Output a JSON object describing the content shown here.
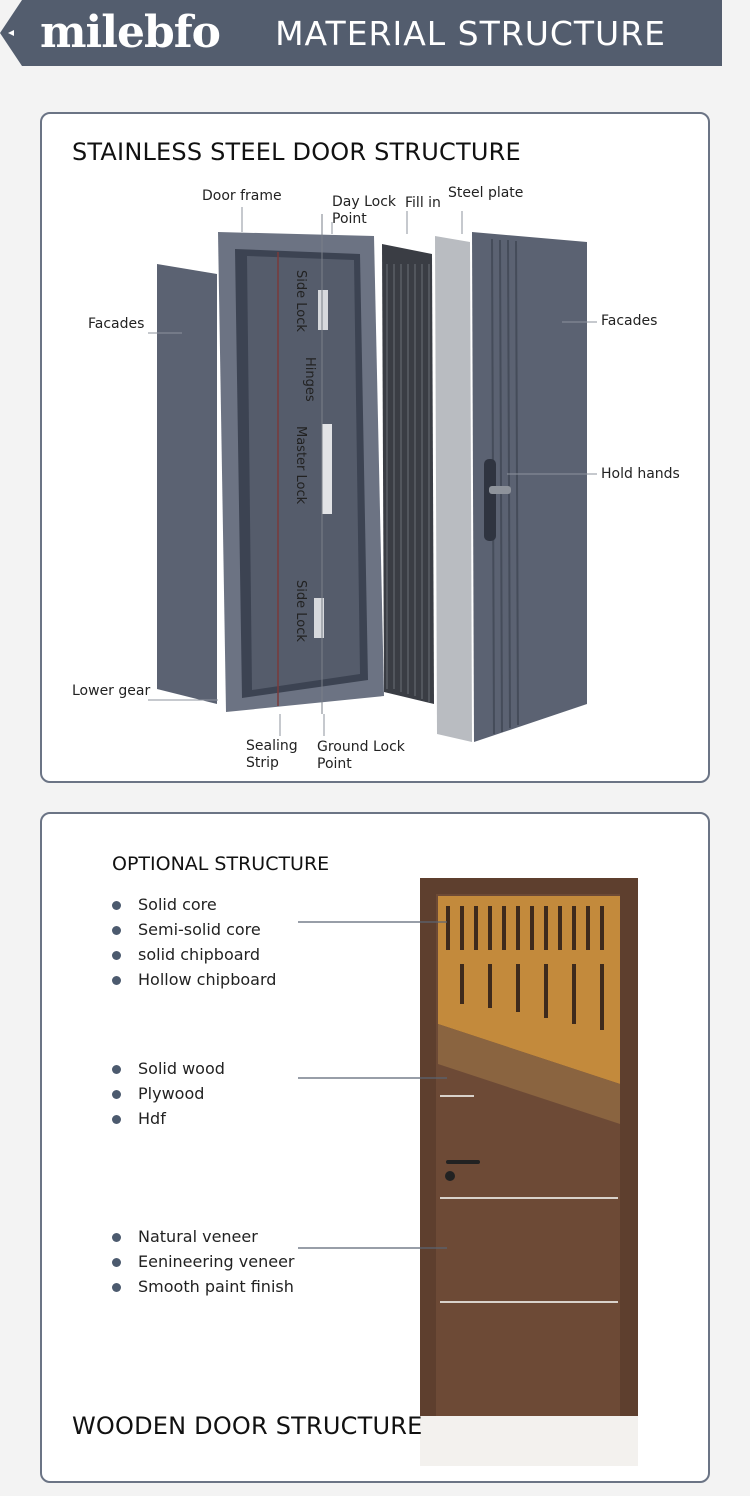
{
  "header": {
    "logo": "milebfo",
    "title": "MATERIAL STRUCTURE"
  },
  "steel": {
    "title": "STAINLESS STEEL DOOR STRUCTURE",
    "labels": {
      "door_frame": "Door frame",
      "day_lock_1": "Day Lock",
      "day_lock_2": "Point",
      "fill_in": "Fill in",
      "steel_plate": "Steel plate",
      "facades_left": "Facades",
      "facades_right": "Facades",
      "hold_hands": "Hold hands",
      "lower_gear": "Lower gear",
      "sealing_1": "Sealing",
      "sealing_2": "Strip",
      "ground_lock_1": "Ground Lock",
      "ground_lock_2": "Point",
      "side_lock_top": "Side Lock",
      "hinges": "Hinges",
      "master_lock": "Master Lock",
      "side_lock_bottom": "Side Lock"
    },
    "colors": {
      "panel": "#5b6272",
      "frame": "#6c7383",
      "steel": "#b9bcc1"
    }
  },
  "wood": {
    "optional_title": "OPTIONAL STRUCTURE",
    "group1": [
      "Solid core",
      "Semi-solid core",
      "solid chipboard",
      "Hollow chipboard"
    ],
    "group2": [
      "Solid wood",
      "Plywood",
      "Hdf"
    ],
    "group3": [
      "Natural veneer",
      "Eenineering veneer",
      "Smooth paint finish"
    ],
    "title": "WOODEN DOOR STRUCTURE",
    "colors": {
      "wood": "#6d4a36",
      "core": "#c38a3c",
      "bullet": "#4c5a6e"
    }
  }
}
